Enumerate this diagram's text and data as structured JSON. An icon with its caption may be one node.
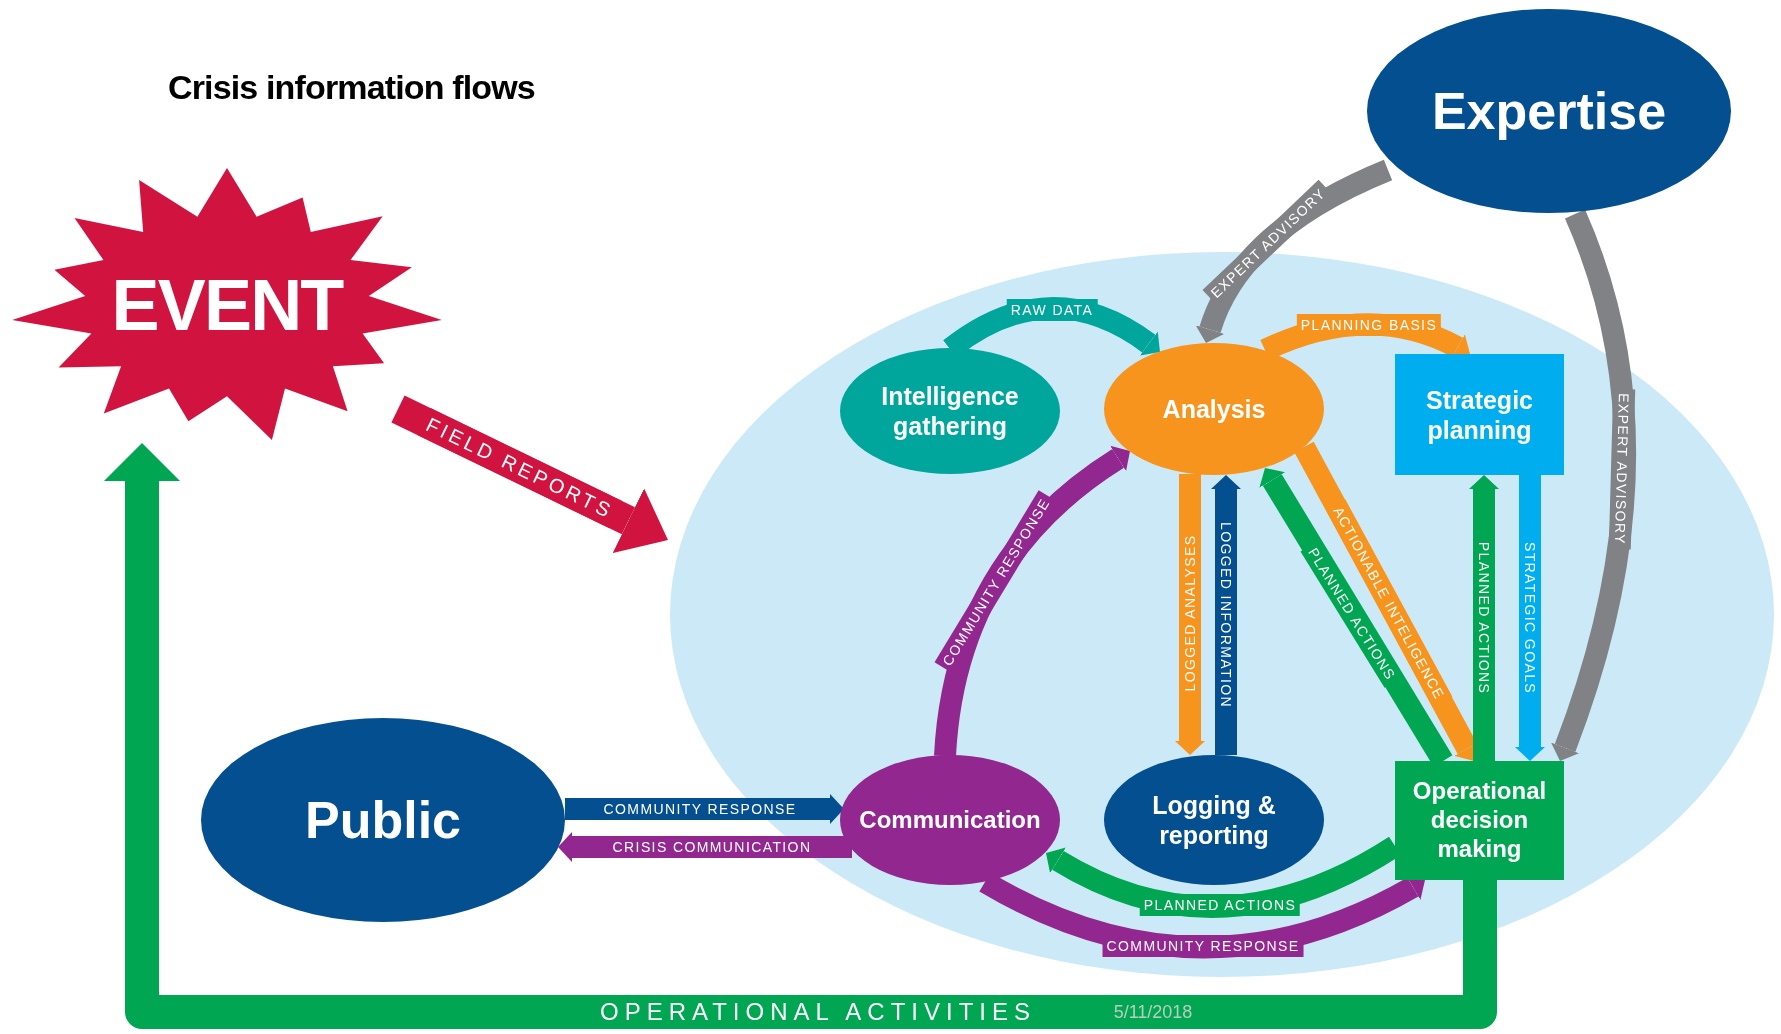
{
  "diagram": {
    "title": "Crisis information flows",
    "nodes": [
      {
        "text": [
          "EVENT"
        ]
      },
      {
        "text": [
          "Expertise"
        ]
      },
      {
        "text": [],
        "shape": "ellipse"
      },
      {
        "text": [
          "Intelligence gathering"
        ],
        "in": 2
      },
      {
        "text": [
          "Analysis"
        ],
        "in": 2
      },
      {
        "text": [
          "Strategic planning"
        ],
        "in": 2
      },
      {
        "text": [
          "Public"
        ]
      },
      {
        "text": [
          "Communication"
        ],
        "in": 2
      },
      {
        "text": [
          "Logging & reporting"
        ],
        "in": 2
      },
      {
        "text": [
          "Operational decision making"
        ],
        "in": 2
      }
    ],
    "edges": [
      {
        "from": 0,
        "to": 2,
        "arrow": "to",
        "label": "FIELD REPORTS",
        "color": "#d0143f"
      },
      {
        "from": 1,
        "to": 4,
        "arrow": "to",
        "label": "EXPERT ADVISORY",
        "color": "#808285"
      },
      {
        "from": 3,
        "to": 4,
        "arrow": "to",
        "label": "RAW DATA",
        "color": "#00a69c"
      },
      {
        "from": 4,
        "to": 5,
        "arrow": "to",
        "label": "PLANNING BASIS",
        "color": "#f7941d"
      },
      {
        "from": 7,
        "to": 4,
        "arrow": "to",
        "label": "COMMUNITY RESPONSE",
        "color": "#92278f"
      },
      {
        "from": 4,
        "to": 8,
        "arrow": "to",
        "label": "LOGGED ANALYSES",
        "color": "#f7941d"
      },
      {
        "from": 8,
        "to": 4,
        "arrow": "to",
        "label": "LOGGED INFORMATION",
        "color": "#034f8f"
      },
      {
        "from": 9,
        "to": 4,
        "arrow": "to",
        "label": "PLANNED ACTIONS",
        "color": "#00a651"
      },
      {
        "from": 4,
        "to": 9,
        "arrow": "to",
        "label": "ACTIONABLE INTELIGENCE",
        "color": "#f7941d"
      },
      {
        "from": 9,
        "to": 5,
        "arrow": "to",
        "label": "PLANNED ACTIONS",
        "color": "#00a651"
      },
      {
        "from": 5,
        "to": 9,
        "arrow": "to",
        "label": "STRATEGIC GOALS",
        "color": "#00aeef"
      },
      {
        "from": 1,
        "to": 9,
        "arrow": "to",
        "label": "EXPERT ADVISORY",
        "color": "#808285"
      },
      {
        "from": 6,
        "to": 7,
        "arrow": "to",
        "label": "COMMUNITY RESPONSE",
        "color": "#034f8f"
      },
      {
        "from": 7,
        "to": 6,
        "arrow": "to",
        "label": "CRISIS COMMUNICATION",
        "color": "#92278f"
      },
      {
        "from": 9,
        "to": 7,
        "arrow": "to",
        "label": "PLANNED ACTIONS",
        "color": "#00a651"
      },
      {
        "from": 7,
        "to": 9,
        "arrow": "to",
        "label": "COMMUNITY RESPONSE",
        "color": "#92278f"
      },
      {
        "from": 9,
        "to": 0,
        "arrow": "to",
        "label": "OPERATIONAL ACTIVITIES",
        "color": "#00a651"
      }
    ],
    "labels": [
      "5/11/2018"
    ]
  }
}
